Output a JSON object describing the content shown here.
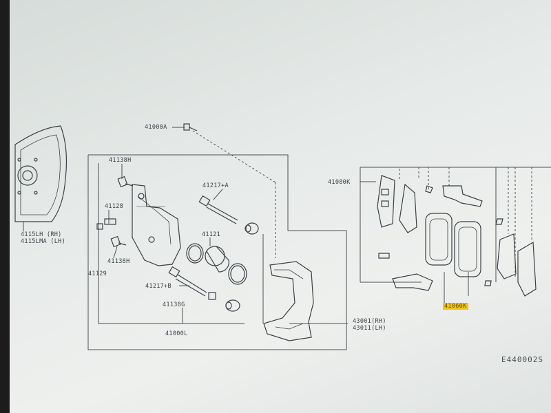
{
  "labels": {
    "p41000A": "41000A",
    "p41138H_top": "41138H",
    "p41217A": "41217+A",
    "p41128": "41128",
    "p41121": "41121",
    "p41138H_bot": "41138H",
    "p41129": "41129",
    "p41217B": "41217+B",
    "p41138G": "41138G",
    "p41000L": "41000L",
    "p4115LH": "4115LH  (RH)",
    "p4115LMA": "4115LMA (LH)",
    "p41080K": "41080K",
    "p41060K": "41060K",
    "p43001": "43001(RH)",
    "p43011": "43011(LH)"
  },
  "highlight_color": "#f2c21c",
  "diagram_code": "E440002S"
}
